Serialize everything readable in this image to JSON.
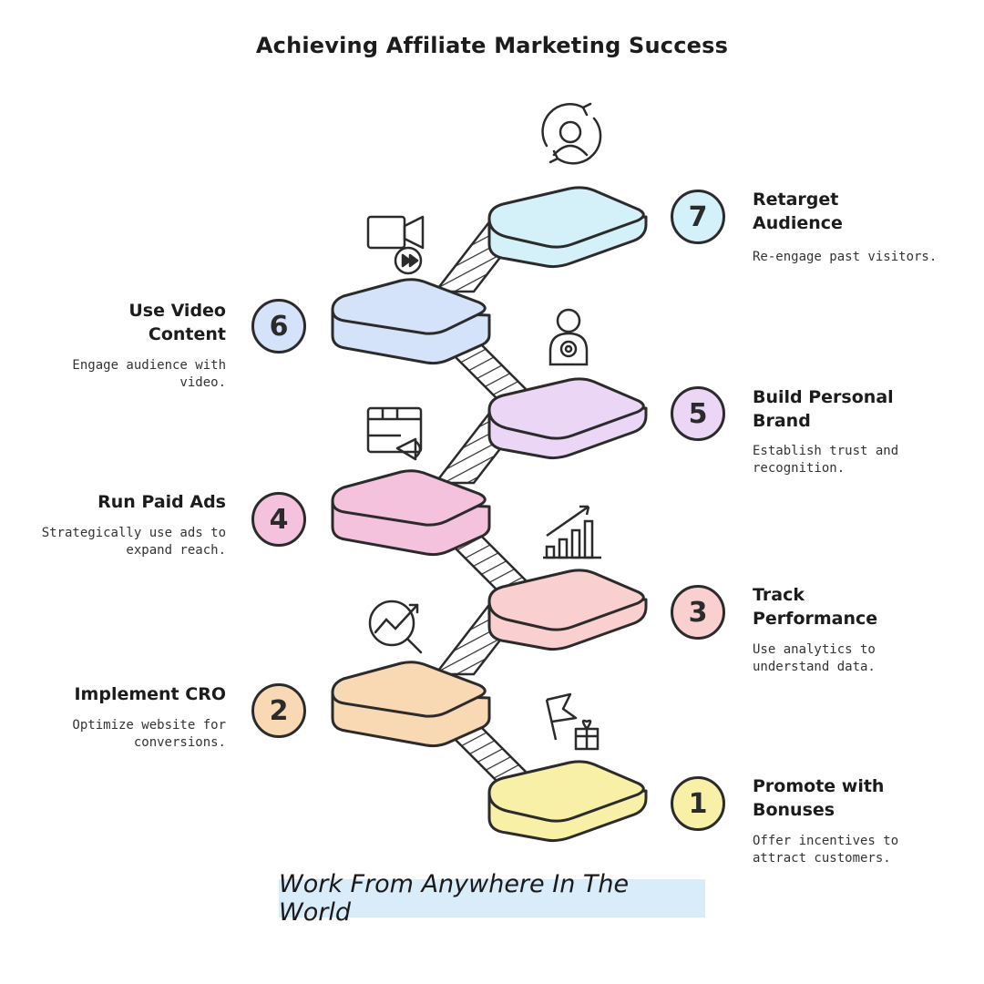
{
  "title": "Achieving Affiliate Marketing Success",
  "colors": {
    "step1": "#f7f0a6",
    "step2": "#f9d9b4",
    "step3": "#f9cfcf",
    "step4": "#f4c2dc",
    "step5": "#ebd6f6",
    "step6": "#d4e3fa",
    "step7": "#d4f1f9",
    "footer_bg": "#d9ecfa",
    "outline": "#2b2b2b"
  },
  "steps": [
    {
      "number": "1",
      "title_line1": "Promote with",
      "title_line2": "Bonuses",
      "desc_line1": "Offer incentives to",
      "desc_line2": "attract customers.",
      "icon": "flag-gift-icon"
    },
    {
      "number": "2",
      "title_line1": "Implement CRO",
      "title_line2": "",
      "desc_line1": "Optimize website for",
      "desc_line2": "conversions.",
      "icon": "magnify-growth-icon"
    },
    {
      "number": "3",
      "title_line1": "Track",
      "title_line2": "Performance",
      "desc_line1": "Use analytics to",
      "desc_line2": "understand data.",
      "icon": "bar-chart-icon"
    },
    {
      "number": "4",
      "title_line1": "Run Paid Ads",
      "title_line2": "",
      "desc_line1": "Strategically use ads to",
      "desc_line2": "expand reach.",
      "icon": "ad-board-megaphone-icon"
    },
    {
      "number": "5",
      "title_line1": "Build Personal",
      "title_line2": "Brand",
      "desc_line1": "Establish trust and",
      "desc_line2": "recognition.",
      "icon": "person-badge-icon"
    },
    {
      "number": "6",
      "title_line1": "Use Video",
      "title_line2": "Content",
      "desc_line1": "Engage audience with",
      "desc_line2": "video.",
      "icon": "video-camera-icon"
    },
    {
      "number": "7",
      "title_line1": "Retarget",
      "title_line2": "Audience",
      "desc_line1": "Re-engage past visitors.",
      "desc_line2": "",
      "icon": "user-refresh-icon"
    }
  ],
  "footer": "Work From Anywhere In The World"
}
